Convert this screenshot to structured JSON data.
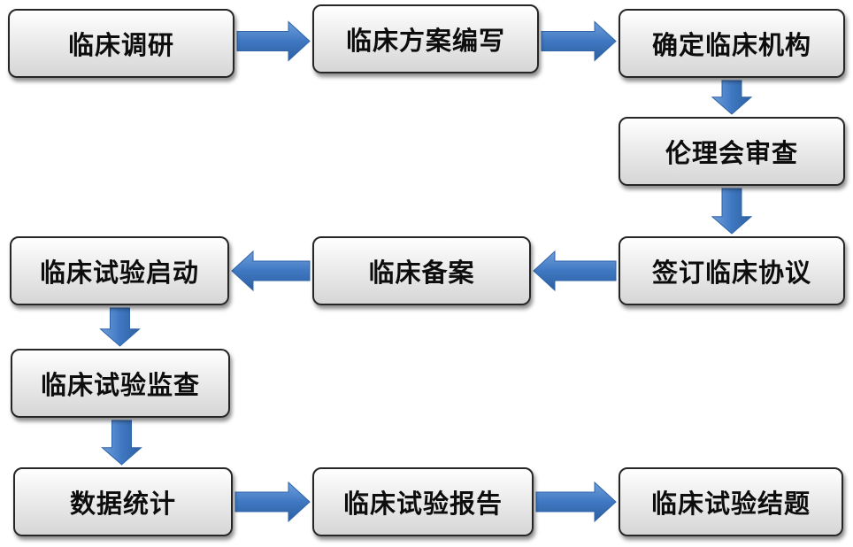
{
  "diagram": {
    "nodes": [
      {
        "id": "n1",
        "label": "临床调研"
      },
      {
        "id": "n2",
        "label": "临床方案编写"
      },
      {
        "id": "n3",
        "label": "确定临床机构"
      },
      {
        "id": "n4",
        "label": "伦理会审查"
      },
      {
        "id": "n5",
        "label": "签订临床协议"
      },
      {
        "id": "n6",
        "label": "临床备案"
      },
      {
        "id": "n7",
        "label": "临床试验启动"
      },
      {
        "id": "n8",
        "label": "临床试验监查"
      },
      {
        "id": "n9",
        "label": "数据统计"
      },
      {
        "id": "n10",
        "label": "临床试验报告"
      },
      {
        "id": "n11",
        "label": "临床试验结题"
      }
    ],
    "edges": [
      {
        "from": "n1",
        "to": "n2"
      },
      {
        "from": "n2",
        "to": "n3"
      },
      {
        "from": "n3",
        "to": "n4"
      },
      {
        "from": "n4",
        "to": "n5"
      },
      {
        "from": "n5",
        "to": "n6"
      },
      {
        "from": "n6",
        "to": "n7"
      },
      {
        "from": "n7",
        "to": "n8"
      },
      {
        "from": "n8",
        "to": "n9"
      },
      {
        "from": "n9",
        "to": "n10"
      },
      {
        "from": "n10",
        "to": "n11"
      }
    ],
    "arrow_color": "#3f78c2",
    "box_border_color": "#262626"
  }
}
